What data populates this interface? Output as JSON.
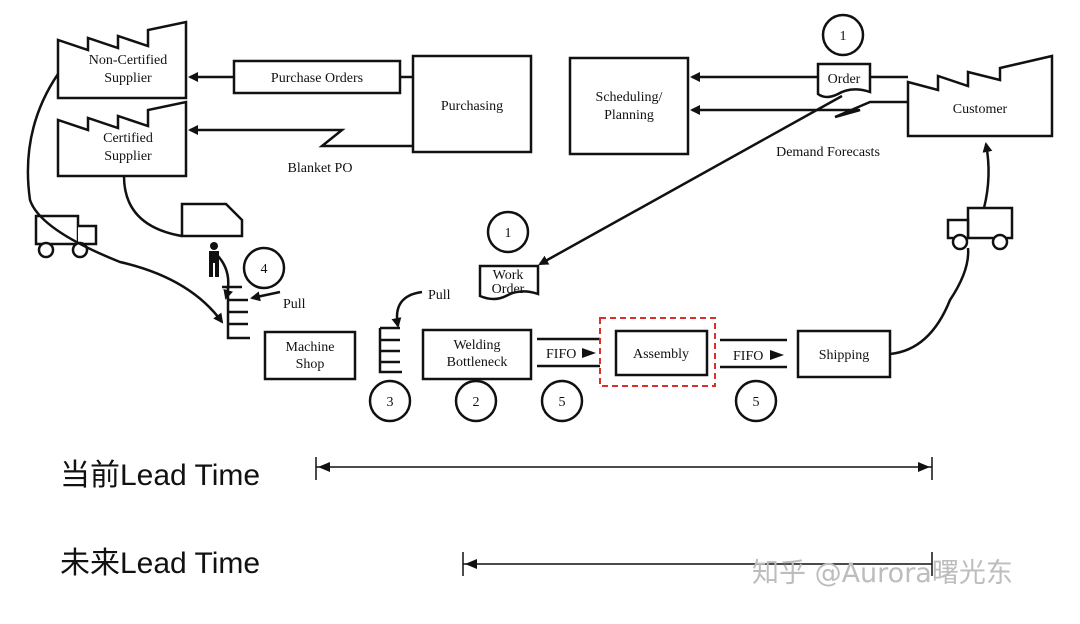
{
  "diagram": {
    "nodes": {
      "non_certified_supplier": [
        "Non-Certified",
        "Supplier"
      ],
      "certified_supplier": [
        "Certified",
        "Supplier"
      ],
      "purchase_orders": "Purchase Orders",
      "purchasing": "Purchasing",
      "blanket_po": "Blanket PO",
      "scheduling_planning": [
        "Scheduling/",
        "Planning"
      ],
      "order": "Order",
      "customer": "Customer",
      "demand_forecasts": "Demand Forecasts",
      "work_order": [
        "Work",
        "Order"
      ],
      "machine_shop": [
        "Machine",
        "Shop"
      ],
      "welding_bottleneck": [
        "Welding",
        "Bottleneck"
      ],
      "assembly": "Assembly",
      "shipping": "Shipping",
      "pull_1": "Pull",
      "pull_2": "Pull",
      "fifo_1": "FIFO",
      "fifo_2": "FIFO"
    },
    "markers": {
      "order_marker": "1",
      "work_order_marker": "1",
      "inventory_marker": "4",
      "pull_inventory_marker": "3",
      "welding_marker": "2",
      "fifo_marker_1": "5",
      "fifo_marker_2": "5"
    },
    "highlight_color": "#d9302b"
  },
  "lead_time": {
    "current_label": "当前Lead Time",
    "future_label": "未来Lead Time"
  },
  "watermark": "知乎 @Aurora曙光东"
}
